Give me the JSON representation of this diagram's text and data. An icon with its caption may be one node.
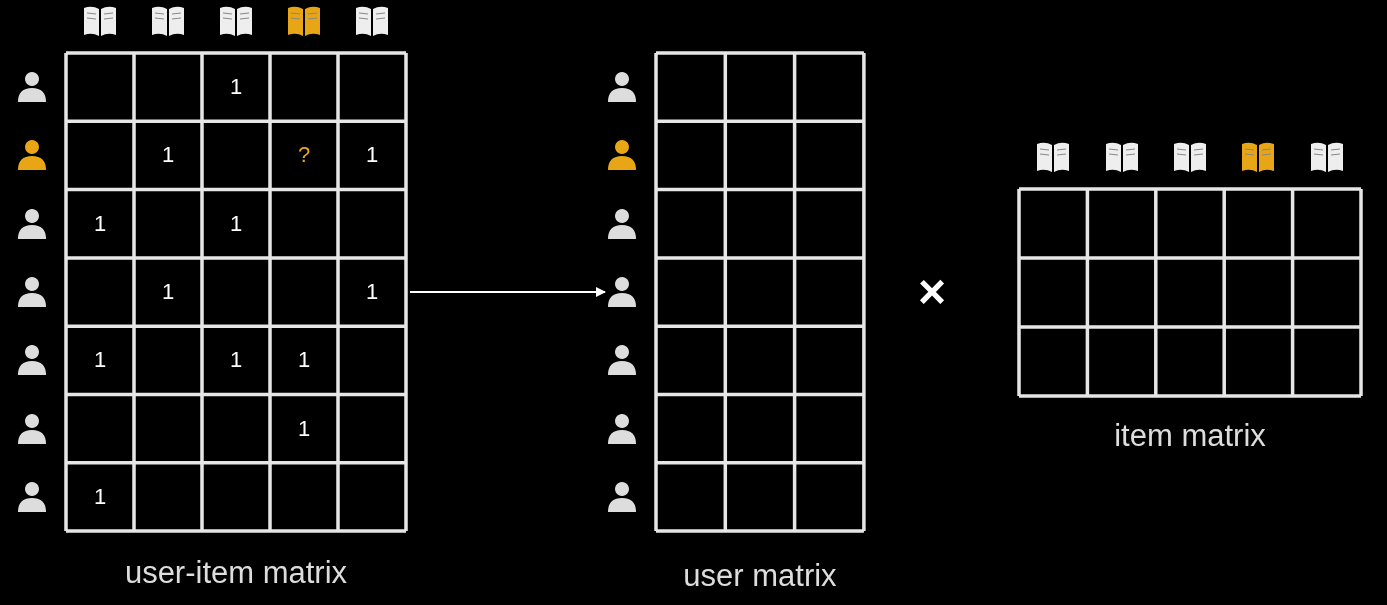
{
  "diagram": {
    "nodes": [
      {
        "text": [
          "user-item matrix"
        ]
      },
      {
        "text": [
          "user matrix"
        ]
      },
      {
        "text": [
          "item matrix"
        ]
      }
    ],
    "edges": [
      {
        "from": 0,
        "to": 1,
        "arrow": "to"
      }
    ],
    "labels": [
      "1",
      "1",
      "?",
      "1",
      "1",
      "1",
      "1",
      "1",
      "1",
      "1",
      "1",
      "1",
      "1",
      "×"
    ]
  }
}
